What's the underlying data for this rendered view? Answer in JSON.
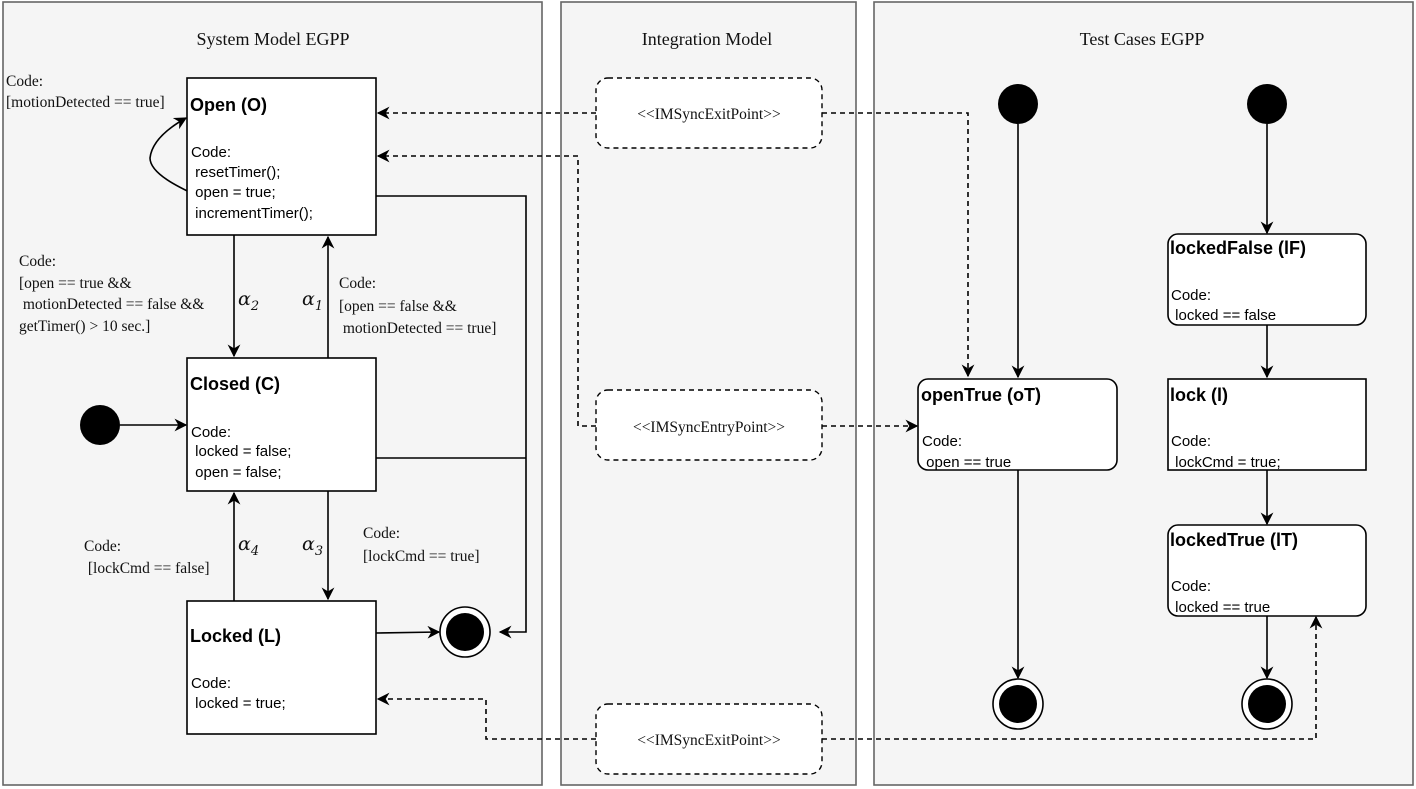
{
  "panels": {
    "system": "System Model EGPP",
    "integration": "Integration Model",
    "tests": "Test Cases EGPP"
  },
  "system_states": {
    "open": {
      "name": "Open (O)",
      "code": [
        "Code:",
        " resetTimer();",
        " open = true;",
        " incrementTimer();"
      ]
    },
    "closed": {
      "name": "Closed (C)",
      "code": [
        "Code:",
        " locked = false;",
        " open = false;"
      ]
    },
    "locked": {
      "name": "Locked (L)",
      "code": [
        "Code:",
        " locked = true;"
      ]
    }
  },
  "guards": {
    "self_loop": [
      "Code:",
      "[motionDetected == true]"
    ],
    "alpha2": [
      "Code:",
      "[open == true &&",
      " motionDetected == false &&",
      "getTimer() > 10 sec.]"
    ],
    "alpha1": [
      "Code:",
      "[open == false &&",
      " motionDetected == true]"
    ],
    "alpha3": [
      "Code:",
      "[lockCmd == true]"
    ],
    "alpha4": [
      "Code:",
      " [lockCmd == false]"
    ]
  },
  "transition_labels": {
    "alpha1": {
      "symbol": "α",
      "sub": "1"
    },
    "alpha2": {
      "symbol": "α",
      "sub": "2"
    },
    "alpha3": {
      "symbol": "α",
      "sub": "3"
    },
    "alpha4": {
      "symbol": "α",
      "sub": "4"
    }
  },
  "integration": {
    "exit_top": "<<IMSyncExitPoint>>",
    "entry": "<<IMSyncEntryPoint>>",
    "exit_bottom": "<<IMSyncExitPoint>>"
  },
  "test_states": {
    "openTrue": {
      "name": "openTrue (oT)",
      "code": [
        "Code:",
        " open == true"
      ]
    },
    "lockedFalse": {
      "name": "lockedFalse (lF)",
      "code": [
        "Code:",
        " locked == false"
      ]
    },
    "lock": {
      "name": "lock (l)",
      "code": [
        "Code:",
        " lockCmd = true;"
      ]
    },
    "lockedTrue": {
      "name": "lockedTrue (lT)",
      "code": [
        "Code:",
        " locked == true"
      ]
    }
  }
}
